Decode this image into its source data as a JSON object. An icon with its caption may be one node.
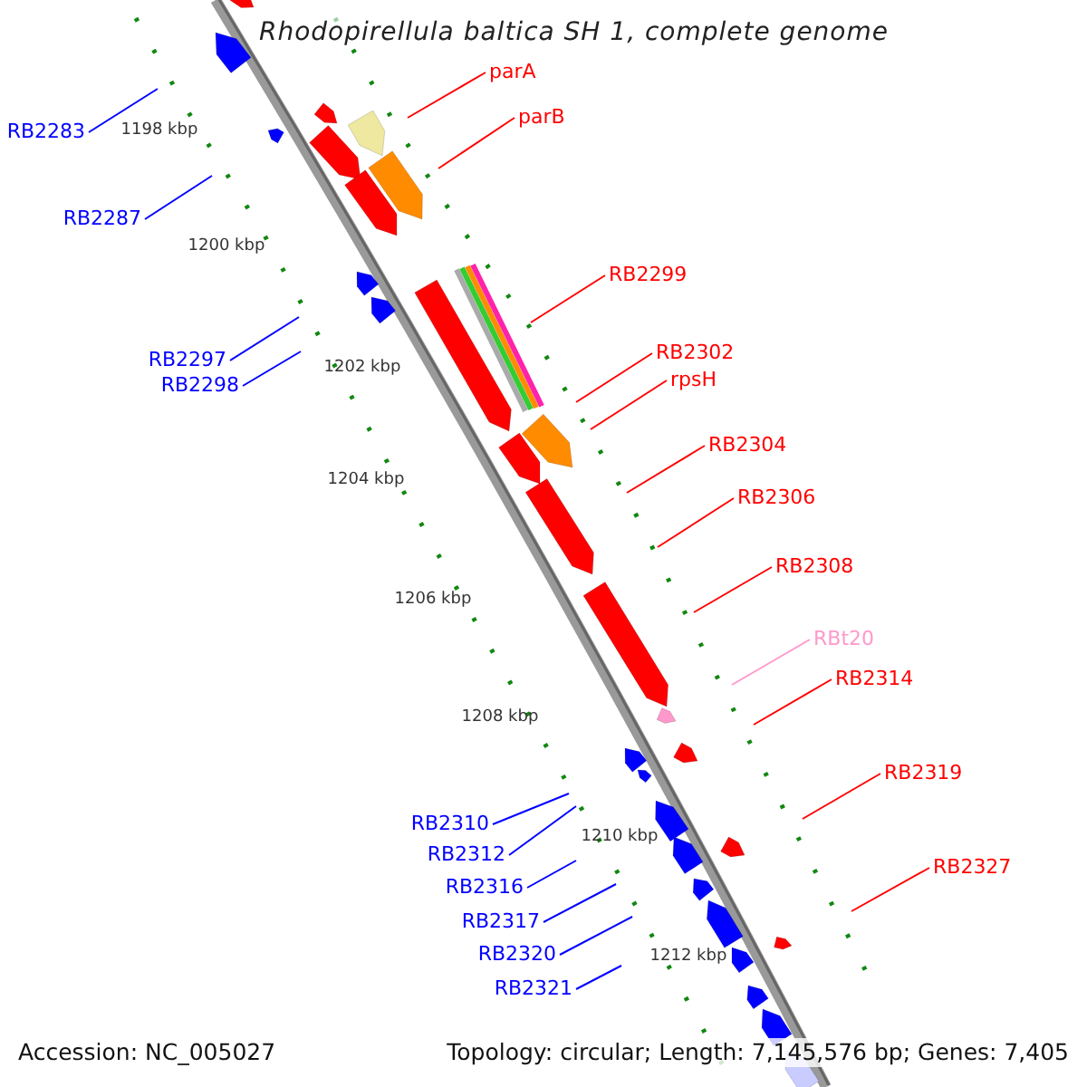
{
  "diagram": {
    "title": "Rhodopirellula baltica SH 1, complete genome",
    "nodes": [
      {
        "text": [
          "parA"
        ]
      },
      {
        "text": [
          "RB2283"
        ]
      },
      {
        "text": [
          "parB"
        ]
      },
      {
        "text": [
          "RB2287"
        ]
      },
      {
        "text": [
          "RB2299"
        ]
      },
      {
        "text": [
          "RB2297"
        ]
      },
      {
        "text": [
          "RB2302"
        ]
      },
      {
        "text": [
          "RB2298"
        ]
      },
      {
        "text": [
          "rpsH"
        ]
      },
      {
        "text": [
          "RB2304"
        ]
      },
      {
        "text": [
          "RB2306"
        ]
      },
      {
        "text": [
          "RB2308"
        ]
      },
      {
        "text": [
          "RBt20"
        ]
      },
      {
        "text": [
          "RB2314"
        ]
      },
      {
        "text": [
          "RB2319"
        ]
      },
      {
        "text": [
          "RB2310"
        ]
      },
      {
        "text": [
          "RB2312"
        ]
      },
      {
        "text": [
          "RB2316"
        ]
      },
      {
        "text": [
          "RB2317"
        ]
      },
      {
        "text": [
          "RB2327"
        ]
      },
      {
        "text": [
          "RB2320"
        ]
      },
      {
        "text": [
          "RB2321"
        ]
      }
    ],
    "edges": [
      {
        "from": 0,
        "to": null,
        "arrow": "none"
      },
      {
        "from": 1,
        "to": null,
        "arrow": "none",
        "color": "#0000ff"
      },
      {
        "from": 2,
        "to": null,
        "arrow": "none"
      },
      {
        "from": 3,
        "to": null,
        "arrow": "none",
        "color": "#0000ff"
      },
      {
        "from": 4,
        "to": null,
        "arrow": "none"
      },
      {
        "from": 5,
        "to": null,
        "arrow": "none",
        "color": "#0000ff"
      },
      {
        "from": 6,
        "to": null,
        "arrow": "none"
      },
      {
        "from": 7,
        "to": null,
        "arrow": "none",
        "color": "#0000ff"
      },
      {
        "from": 8,
        "to": null,
        "arrow": "none"
      },
      {
        "from": 9,
        "to": null,
        "arrow": "none"
      },
      {
        "from": 10,
        "to": null,
        "arrow": "none"
      },
      {
        "from": 11,
        "to": null,
        "arrow": "none"
      },
      {
        "from": 12,
        "to": null,
        "arrow": "none",
        "color": "#ff99cc"
      },
      {
        "from": 13,
        "to": null,
        "arrow": "none"
      },
      {
        "from": 14,
        "to": null,
        "arrow": "none"
      },
      {
        "from": 15,
        "to": null,
        "arrow": "none",
        "color": "#0000ff"
      },
      {
        "from": 16,
        "to": null,
        "arrow": "none",
        "color": "#0000ff"
      },
      {
        "from": 17,
        "to": null,
        "arrow": "none",
        "color": "#0000ff"
      },
      {
        "from": 18,
        "to": null,
        "arrow": "none",
        "color": "#0000ff"
      },
      {
        "from": 19,
        "to": null,
        "arrow": "none"
      },
      {
        "from": 20,
        "to": null,
        "arrow": "none",
        "color": "#0000ff"
      },
      {
        "from": 21,
        "to": null,
        "arrow": "none",
        "color": "#0000ff"
      }
    ],
    "labels": [
      "1198 kbp",
      "1200 kbp",
      "1202 kbp",
      "1204 kbp",
      "1206 kbp",
      "1208 kbp",
      "1210 kbp",
      "1212 kbp",
      "Accession: NC_005027",
      "Topology: circular; Length: 7,145,576 bp; Genes: 7,405"
    ]
  }
}
